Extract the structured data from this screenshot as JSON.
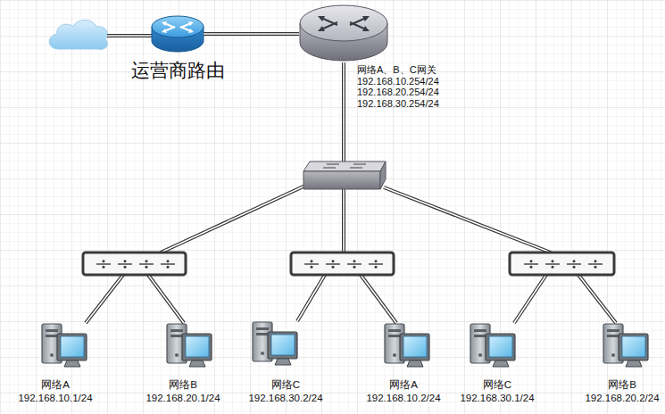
{
  "diagram": {
    "nodes": [
      {
        "text": [
          "运营商路由"
        ]
      },
      {
        "text": [
          "网络A、B、C网关",
          "192.168.10.254/24",
          "192.168.20.254/24",
          "192.168.30.254/24"
        ]
      },
      {
        "text": [
          "网络A",
          "192.168.10.1/24"
        ]
      },
      {
        "text": [
          "网络B",
          "192.168.20.1/24"
        ]
      },
      {
        "text": [
          "网络C",
          "192.168.30.2/24"
        ]
      },
      {
        "text": [
          "网络A",
          "192.168.10.2/24"
        ]
      },
      {
        "text": [
          "网络C",
          "192.168.30.1/24"
        ]
      },
      {
        "text": [
          "网络B",
          "192.168.20.2/24"
        ]
      }
    ],
    "edges": [
      {
        "from": 0,
        "to": 1,
        "arrow": "none"
      }
    ]
  }
}
